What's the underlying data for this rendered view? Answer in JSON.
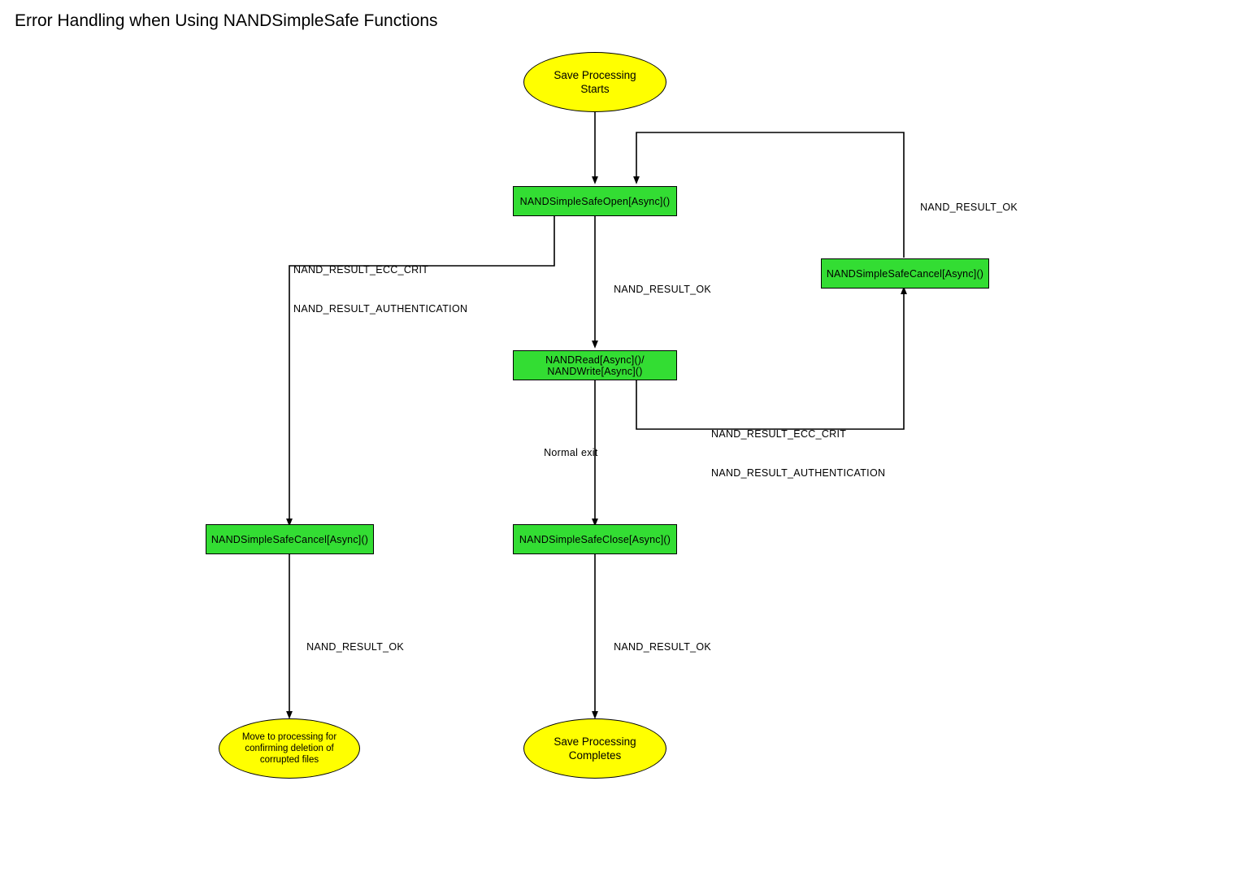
{
  "diagram": {
    "title": "Error Handling when Using NANDSimpleSafe Functions",
    "type": "flowchart",
    "colors": {
      "terminator_fill": "#ffff00",
      "process_fill": "#33dd33",
      "stroke": "#000000",
      "background": "#ffffff"
    },
    "nodes": [
      {
        "id": "start",
        "shape": "ellipse",
        "label": "Save Processing\nStarts",
        "line1": "Save Processing",
        "line2": "Starts",
        "fill": "#ffff00"
      },
      {
        "id": "open",
        "shape": "rect",
        "label": "NANDSimpleSafeOpen[Async]()",
        "fill": "#33dd33"
      },
      {
        "id": "readwrite",
        "shape": "rect",
        "label": "NANDRead[Async]()/\nNANDWrite[Async]()",
        "line1": "NANDRead[Async]()/",
        "line2": "NANDWrite[Async]()",
        "fill": "#33dd33"
      },
      {
        "id": "cancel_right",
        "shape": "rect",
        "label": "NANDSimpleSafeCancel[Async]()",
        "fill": "#33dd33"
      },
      {
        "id": "cancel_left",
        "shape": "rect",
        "label": "NANDSimpleSafeCancel[Async]()",
        "fill": "#33dd33"
      },
      {
        "id": "close",
        "shape": "rect",
        "label": "NANDSimpleSafeClose[Async]()",
        "fill": "#33dd33"
      },
      {
        "id": "move_to_processing",
        "shape": "ellipse",
        "label": "Move to processing  for\nconfirming deletion of\ncorrupted files",
        "line1": "Move to processing  for",
        "line2": "confirming deletion of",
        "line3": "corrupted files",
        "fill": "#ffff00"
      },
      {
        "id": "complete",
        "shape": "ellipse",
        "label": "Save Processing\nCompletes",
        "line1": "Save Processing",
        "line2": "Completes",
        "fill": "#ffff00"
      }
    ],
    "edges": [
      {
        "id": "e_start_open",
        "from": "start",
        "to": "open",
        "label": ""
      },
      {
        "id": "e_open_cancelleft",
        "from": "open",
        "to": "cancel_left",
        "label": "NAND_RESULT_ECC_CRIT\nNAND_RESULT_AUTHENTICATION",
        "label_line1": "NAND_RESULT_ECC_CRIT",
        "label_line2": "NAND_RESULT_AUTHENTICATION"
      },
      {
        "id": "e_open_readwrite",
        "from": "open",
        "to": "readwrite",
        "label": "NAND_RESULT_OK"
      },
      {
        "id": "e_readwrite_cancelright",
        "from": "readwrite",
        "to": "cancel_right",
        "label": "NAND_RESULT_ECC_CRIT\nNAND_RESULT_AUTHENTICATION",
        "label_line1": "NAND_RESULT_ECC_CRIT",
        "label_line2": "NAND_RESULT_AUTHENTICATION"
      },
      {
        "id": "e_cancelright_open",
        "from": "cancel_right",
        "to": "open",
        "label": "NAND_RESULT_OK"
      },
      {
        "id": "e_readwrite_close",
        "from": "readwrite",
        "to": "close",
        "label": "Normal exit"
      },
      {
        "id": "e_cancelleft_move",
        "from": "cancel_left",
        "to": "move_to_processing",
        "label": "NAND_RESULT_OK"
      },
      {
        "id": "e_close_complete",
        "from": "close",
        "to": "complete",
        "label": "NAND_RESULT_OK"
      }
    ]
  }
}
